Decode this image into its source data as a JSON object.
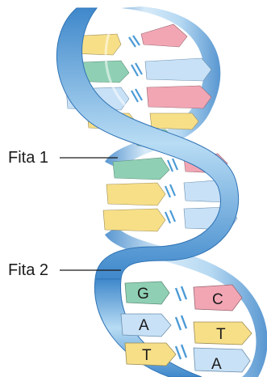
{
  "labels": {
    "strand_1": "Fita 1",
    "strand_2": "Fita 2"
  },
  "base_letters": {
    "row1_left": "G",
    "row1_right": "C",
    "row2_left": "A",
    "row2_right": "T",
    "row3_left": "T",
    "row3_right": "A"
  },
  "colors": {
    "backbone_light": "#cfe6f7",
    "backbone_mid": "#8ec3ea",
    "backbone_dark": "#3b84c8",
    "base_green": "#8fd0b4",
    "base_yellow": "#f7df88",
    "base_pink": "#f2a6b4",
    "base_blue": "#c8e1f6",
    "hydrogen_bond": "#4a9ad6"
  }
}
